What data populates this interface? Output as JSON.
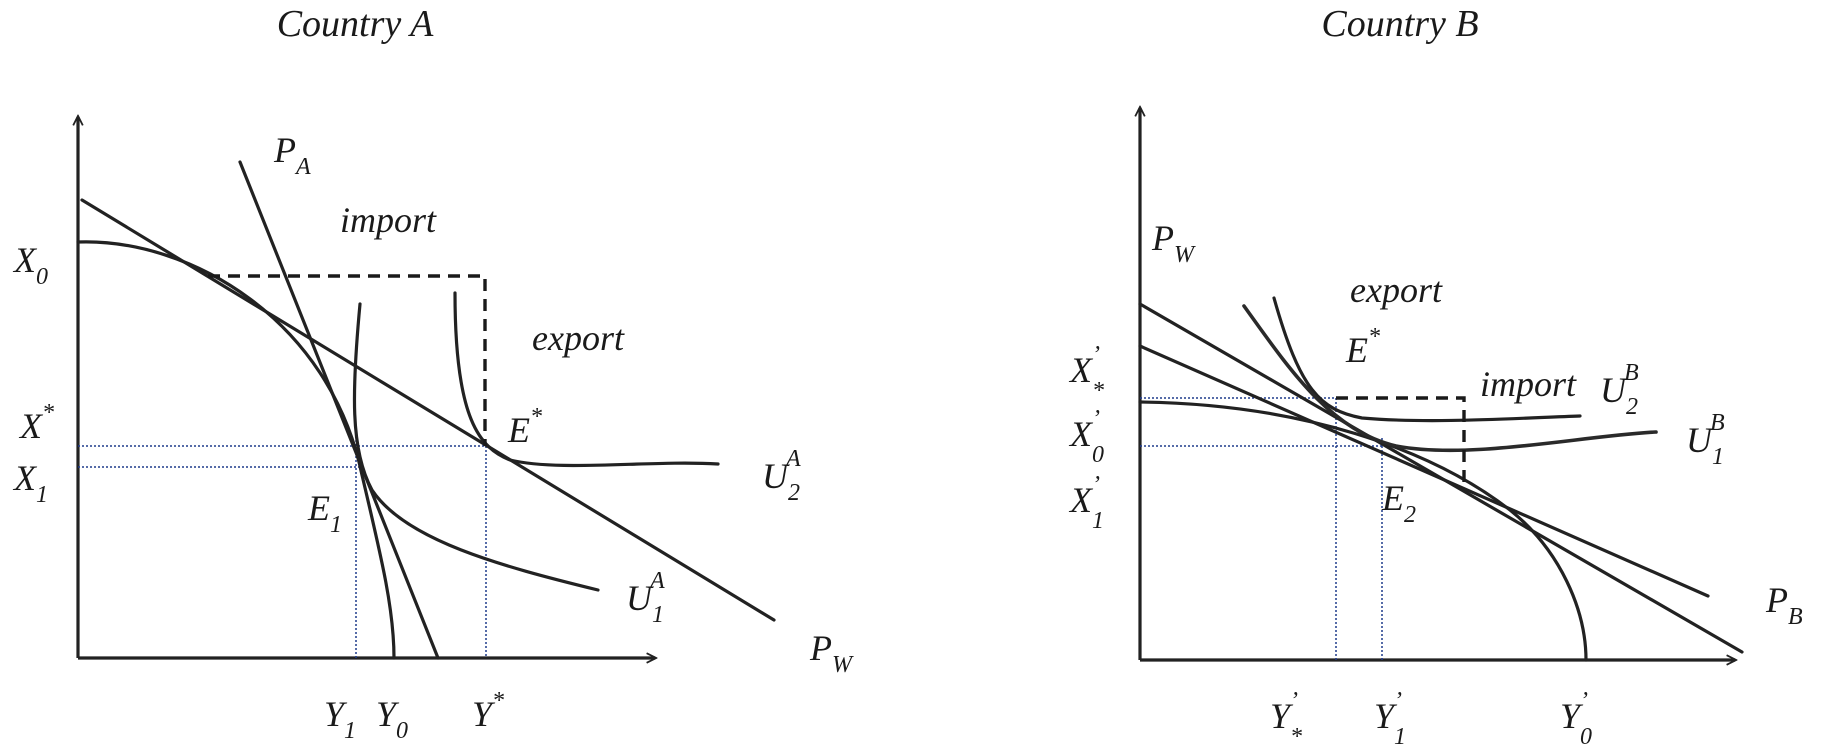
{
  "country_a": {
    "title": "Country A",
    "labels": {
      "pa": {
        "main": "P",
        "sub": "A"
      },
      "pw": {
        "main": "P",
        "sub": "W"
      },
      "import": "import",
      "export": "export",
      "x0": {
        "main": "X",
        "sub": "0"
      },
      "xstar": {
        "main": "X",
        "sup": "*"
      },
      "x1": {
        "main": "X",
        "sub": "1"
      },
      "estar": {
        "main": "E",
        "sup": "*"
      },
      "e1": {
        "main": "E",
        "sub": "1"
      },
      "u2": {
        "main": "U",
        "sub": "2",
        "sup": "A"
      },
      "u1": {
        "main": "U",
        "sub": "1",
        "sup": "A"
      },
      "y1": {
        "main": "Y",
        "sub": "1"
      },
      "y0": {
        "main": "Y",
        "sub": "0"
      },
      "ystar": {
        "main": "Y",
        "sup": "*"
      }
    }
  },
  "country_b": {
    "title": "Country B",
    "labels": {
      "pw": {
        "main": "P",
        "sub": "W"
      },
      "pb": {
        "main": "P",
        "sub": "B"
      },
      "export": "export",
      "import": "import",
      "estar": {
        "main": "E",
        "sup": "*"
      },
      "x_star": {
        "main": "X",
        "sup": "’",
        "sub": "*"
      },
      "x0": {
        "main": "X",
        "sup": "’",
        "sub": "0"
      },
      "x1": {
        "main": "X",
        "sup": "’",
        "sub": "1"
      },
      "e2": {
        "main": "E",
        "sub": "2"
      },
      "u2": {
        "main": "U",
        "sub": "2",
        "sup": "B"
      },
      "u1": {
        "main": "U",
        "sub": "1",
        "sup": "B"
      },
      "y_star": {
        "main": "Y",
        "sup": "’",
        "sub": "*"
      },
      "y1": {
        "main": "Y",
        "sup": "’",
        "sub": "1"
      },
      "y0": {
        "main": "Y",
        "sup": "’",
        "sub": "0"
      }
    }
  }
}
